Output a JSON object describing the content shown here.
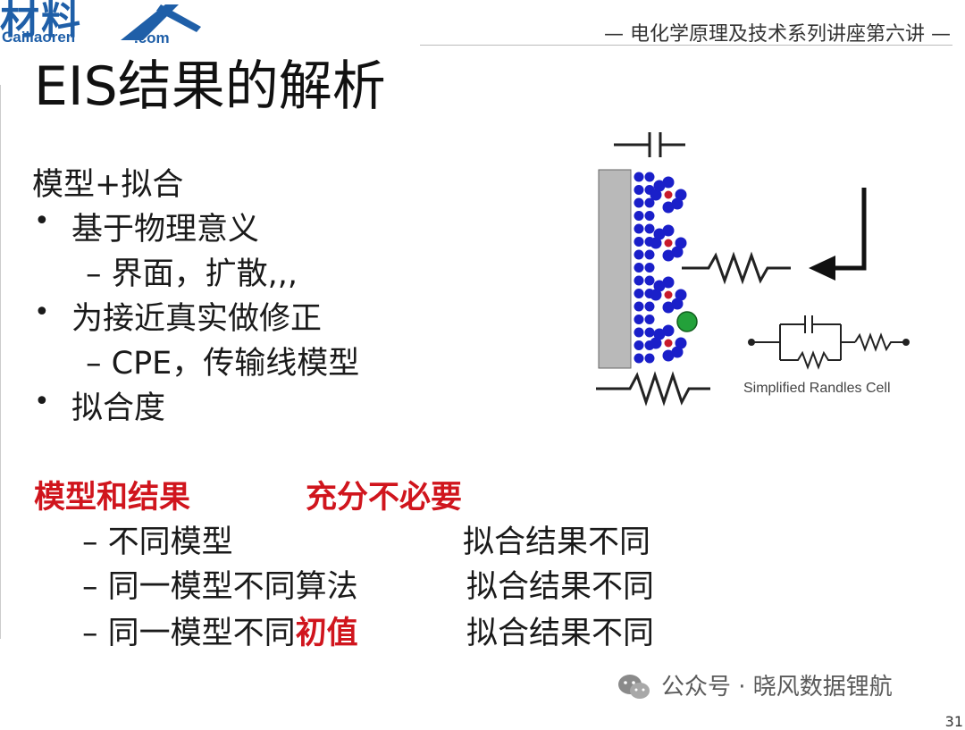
{
  "logo": {
    "main": "材料",
    "sub": "Cailiaoren",
    "com": ".com"
  },
  "header": {
    "subtitle": "— 电化学原理及技术系列讲座第六讲 —"
  },
  "title": "EIS结果的解析",
  "content": {
    "heading1": "模型+拟合",
    "bullet1": "基于物理意义",
    "sub1": "– 界面，扩散,,,",
    "bullet2": "为接近真实做修正",
    "sub2": "– CPE，传输线模型",
    "bullet3": "拟合度",
    "bullet_char": "•"
  },
  "conclusion": {
    "left": "模型和结果",
    "right": "充分不必要",
    "rows": [
      {
        "left_plain": "– 不同模型",
        "left_red": "",
        "right": "拟合结果不同"
      },
      {
        "left_plain": "– 同一模型不同算法",
        "left_red": "",
        "right": "拟合结果不同"
      },
      {
        "left_plain": "– 同一模型不同",
        "left_red": "初值",
        "right": "拟合结果不同"
      }
    ]
  },
  "diagram": {
    "randles_label": "Simplified Randles Cell"
  },
  "footer": {
    "wechat": "公众号 · 晓风数据锂航",
    "page": "31"
  },
  "colors": {
    "accent_red": "#d0151d",
    "dot_blue": "#1a1fc9",
    "ion_red": "#c81a2a",
    "ion_green": "#23a13a",
    "electrode": "#b9b9b9"
  }
}
